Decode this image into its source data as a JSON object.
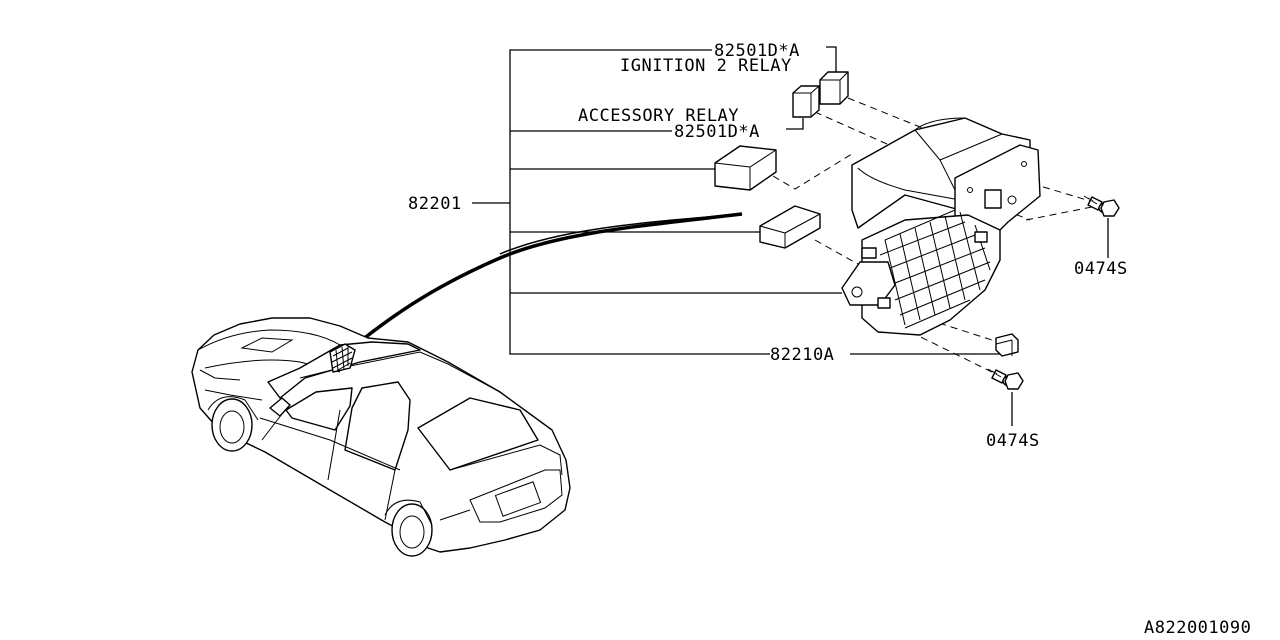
{
  "labels": {
    "relay_part_top": "82501D*A",
    "ignition_relay": "IGNITION 2 RELAY",
    "accessory_relay": "ACCESSORY RELAY",
    "relay_part_mid": "82501D*A",
    "main_part": "82201",
    "clip_part": "82210A",
    "bolt_part_upper": "0474S",
    "bolt_part_lower": "0474S",
    "diagram_code": "A822001090"
  },
  "icons": {
    "car": "sedan-outline-icon",
    "fuse_box": "fuse-block-icon",
    "relay": "relay-cube-icon",
    "bolt": "flange-bolt-icon"
  }
}
